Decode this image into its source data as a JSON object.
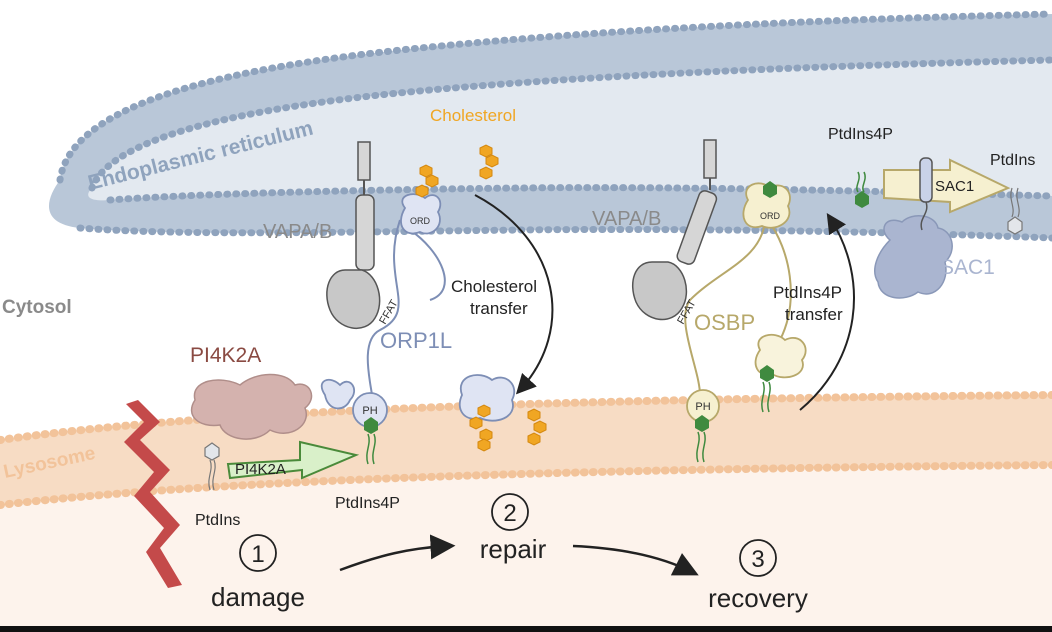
{
  "labels": {
    "er": "Endoplasmic reticulum",
    "cholesterol": "Cholesterol",
    "cytosol": "Cytosol",
    "lysosome": "Lysosome",
    "vapab_left": "VAPA/B",
    "vapab_right": "VAPA/B",
    "ord_left": "ORD",
    "ord_right": "ORD",
    "ffat_left": "FFAT",
    "ffat_right": "FFAT",
    "orp1l": "ORP1L",
    "osbp": "OSBP",
    "ph_left": "PH",
    "ph_right": "PH",
    "chol_transfer_1": "Cholesterol",
    "chol_transfer_2": "transfer",
    "pi4p_transfer_1": "PtdIns4P",
    "pi4p_transfer_2": "transfer",
    "pi4k2a_top": "PI4K2A",
    "pi4k2a_arrow": "PI4K2A",
    "ptdins_lower": "PtdIns",
    "ptdins4p_lower": "PtdIns4P",
    "ptdins4p_upper": "PtdIns4P",
    "ptdins_upper": "PtdIns",
    "sac1_arrow": "SAC1",
    "sac1_protein": "SAC1"
  },
  "steps": [
    {
      "number": "1",
      "label": "damage"
    },
    {
      "number": "2",
      "label": "repair"
    },
    {
      "number": "3",
      "label": "recovery"
    }
  ],
  "colors": {
    "er_membrane": "#8fa3bd",
    "er_lumen": "#dfe6ee",
    "lysosome_membrane": "#f2c39a",
    "lysosome_lumen": "#fdf3ec",
    "cholesterol": "#f0a623",
    "ptdins4p": "#3f8a3f",
    "pi4k2a": "#c9a4a0",
    "orp1l": "#7d8eb5",
    "osbp": "#b7a86a",
    "vap": "#c8c8c8",
    "damage": "#c44a4a",
    "sac1": "#aab5d0"
  }
}
